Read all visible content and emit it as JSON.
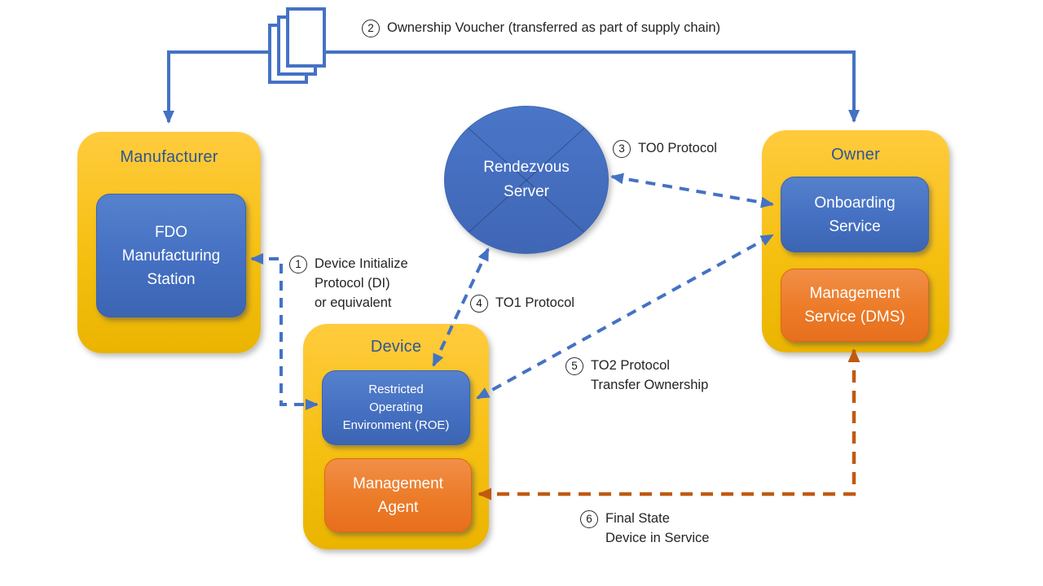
{
  "containers": {
    "manufacturer": {
      "title": "Manufacturer"
    },
    "device": {
      "title": "Device"
    },
    "owner": {
      "title": "Owner"
    }
  },
  "nodes": {
    "fdo_station": {
      "label": "FDO\nManufacturing\nStation"
    },
    "roe": {
      "label": "Restricted\nOperating\nEnvironment (ROE)"
    },
    "mgmt_agent": {
      "label": "Management\nAgent"
    },
    "onboarding": {
      "label": "Onboarding\nService"
    },
    "dms": {
      "label": "Management\nService (DMS)"
    },
    "rendezvous": {
      "label": "Rendezvous\nServer"
    }
  },
  "annotations": {
    "a1": {
      "num": "1",
      "text": "Device Initialize\nProtocol (DI)\nor equivalent"
    },
    "a2": {
      "num": "2",
      "text": "Ownership Voucher (transferred as part of supply chain)"
    },
    "a3": {
      "num": "3",
      "text": "TO0 Protocol"
    },
    "a4": {
      "num": "4",
      "text": "TO1 Protocol"
    },
    "a5": {
      "num": "5",
      "text": "TO2 Protocol\nTransfer Ownership"
    },
    "a6": {
      "num": "6",
      "text": "Final State\nDevice in Service"
    }
  },
  "colors": {
    "blue_line": "#4472C4",
    "orange_line": "#C55A11",
    "container_yellow": "#F6C012",
    "node_blue": "#4570C2",
    "node_orange": "#EC7B28",
    "title_blue": "#2F5597"
  },
  "icons": {
    "voucher_documents": "documents-stack-icon"
  }
}
